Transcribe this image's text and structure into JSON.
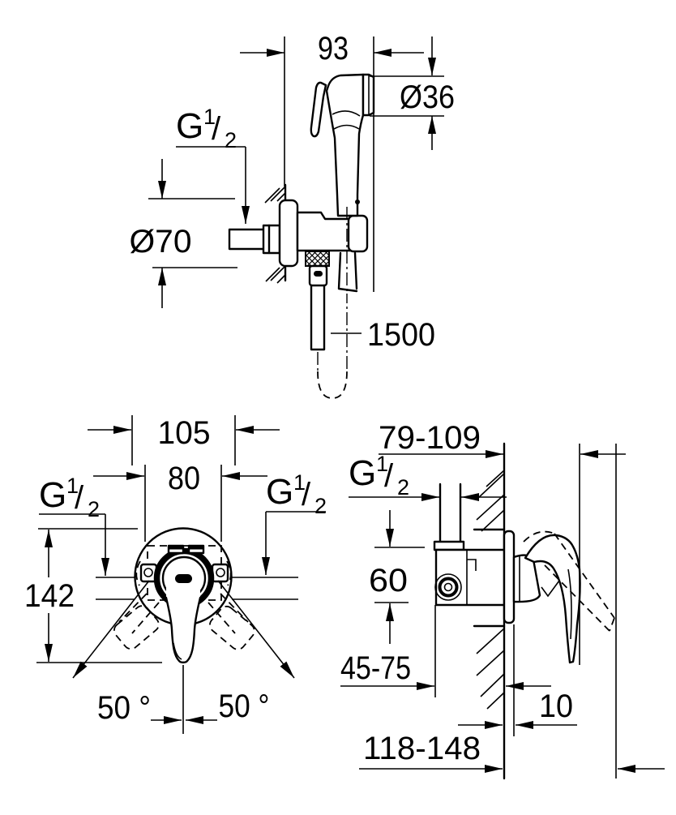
{
  "page": {
    "background": "#ffffff",
    "ink": "#000000"
  },
  "drawing": {
    "type": "technical dimensional drawing",
    "product": "trigger hand shower with wall holder and concealed single-lever mixer",
    "thread": {
      "g": "G",
      "num": "1",
      "slash": "/",
      "den": "2"
    },
    "hand_shower_view": {
      "wall_to_face": "93",
      "head_diameter": "Ø36",
      "escutcheon_diameter": "Ø70",
      "hose_length": "1500"
    },
    "mixer_front_view": {
      "outer_width": "105",
      "box_width": "80",
      "overall_height": "142",
      "lever_swing_left": "50 °",
      "lever_swing_right": "50 °"
    },
    "mixer_side_view": {
      "wall_to_lever": "79-109",
      "inlet_height": "60",
      "install_depth": "45-75",
      "escutcheon_offset": "10",
      "max_depth": "118-148"
    }
  }
}
